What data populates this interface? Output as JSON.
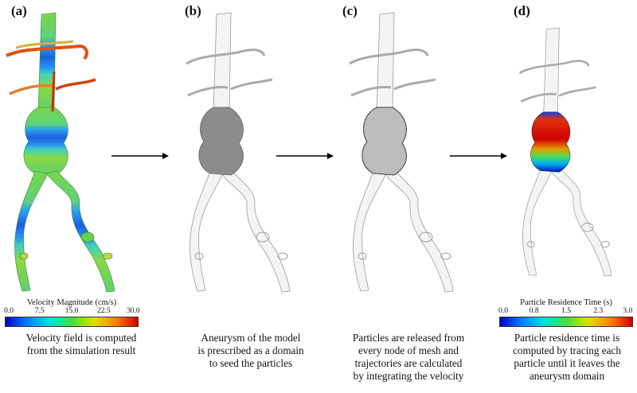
{
  "panels": [
    {
      "label": "(a)",
      "caption": [
        "Velocity field is computed",
        "from the simulation result"
      ]
    },
    {
      "label": "(b)",
      "caption": [
        "Aneurysm of the model",
        "is prescribed as a domain",
        "to seed the particles"
      ]
    },
    {
      "label": "(c)",
      "caption": [
        "Particles are released from",
        "every node of mesh and",
        "trajectories are calculated",
        "by integrating the velocity"
      ]
    },
    {
      "label": "(d)",
      "caption": [
        "Particle residence time is",
        "computed by tracing each",
        "particle until it leaves the",
        "aneurysm domain"
      ]
    }
  ],
  "colorbars": {
    "velocity": {
      "title": "Velocity Magnitude (cm/s)",
      "ticks": [
        "0.0",
        "7.5",
        "15.0",
        "22.5",
        "30.0"
      ]
    },
    "residence": {
      "title": "Particle Residence Time (s)",
      "ticks": [
        "0.0",
        "0.8",
        "1.5",
        "2.3",
        "3.0"
      ]
    }
  },
  "colors": {
    "jet": [
      "#0000c8",
      "#0080ff",
      "#00e0e0",
      "#40e040",
      "#e0e000",
      "#ff8000",
      "#d00000"
    ],
    "vessel_outline": "#9a9a9a",
    "aneurysm_gray": "#8c8c8c"
  }
}
